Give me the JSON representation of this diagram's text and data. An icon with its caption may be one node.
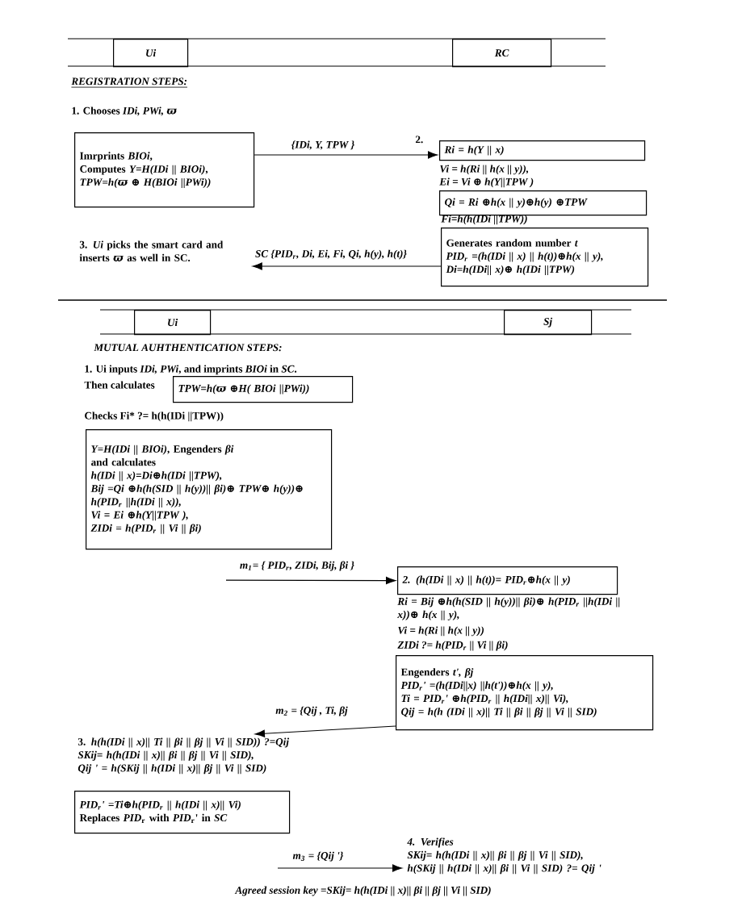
{
  "diagram": {
    "nodes": [
      {
        "text": [
          "Ui"
        ]
      },
      {
        "text": [
          "RC"
        ]
      },
      {
        "text": [
          "Imrprints *BIOi*,",
          "Computes *Y=H(IDi || BIOi)*,",
          "TPW=h(ϖ ⊕ H(BIOi ||PWi))"
        ]
      },
      {
        "text": [
          "Ri = h(Y || x)"
        ],
        "beside": [
          "2."
        ]
      },
      {
        "text": [
          "Qi = Ri ⊕h(x || y)⊕h(y) ⊕TPW"
        ]
      },
      {
        "text": [
          "Generates random number *t*",
          "PID$_{r}$ =(h(IDi || x) || h(t))⊕h(x || y),",
          "Di=h(IDi|| x)⊕ h(IDi ||TPW)"
        ]
      },
      {
        "text": [
          "3. *Ui* picks the smart card and inserts *ϖ* as well in SC."
        ]
      },
      {
        "text": [
          "Ui"
        ]
      },
      {
        "text": [
          "Sj"
        ]
      },
      {
        "text": [
          "TPW=h(ϖ ⊕H( BIOi ||PWi))"
        ],
        "beside": [
          "Then calculates"
        ]
      },
      {
        "text": [
          "*Y=H(IDi || BIOi)*, Engenders *βi*",
          "and calculates",
          "h(IDi || x)=Di⊕h(IDi ||TPW),",
          "Bij =Qi ⊕h(h(SID || h(y))|| βi)⊕ TPW⊕ h(y))⊕ h(PID$_{r}$ ||h(IDi || x)),",
          "Vi = Ei ⊕h(Y||TPW ),",
          "ZIDi = h(PID$_{r}$ || Vi || βi)"
        ]
      },
      {
        "text": [
          "2. (h(IDi || x) || h(t))= PID$_{r}$⊕h(x || y)"
        ]
      },
      {
        "text": [
          "Engenders *t', βj*",
          "PID$_{r}$' =(h(IDi||x) ||h(t'))⊕h(x || y),",
          "Ti = PID$_{r}$' ⊕h(PID$_{r}$ || h(IDi|| x)|| Vi),",
          "Qij = h(h (IDi || x)|| Ti || βi || βj || Vi || SID)"
        ]
      },
      {
        "text": [
          "3. *h(h(IDi || x)|| Ti || βi || βj || Vi || SID)) ?=Qij*",
          "SKij= h(h(IDi || x)|| βi || βj || Vi || SID),",
          "Qij ' = h(SKij || h(IDi || x)|| βj || Vi || SID)"
        ]
      },
      {
        "text": [
          "PID$_{r}$' =Ti⊕h(PID$_{r}$ || h(IDi || x)|| Vi)",
          "Replaces *PID*$_{r}$ with *PID*$_{r}$' in *SC*"
        ]
      },
      {
        "text": [
          "4. Verifies",
          "SKij= h(h(IDi || x)|| βi || βj || Vi || SID),",
          "h(SKij || h(IDi || x)|| βi || Vi || SID) ?= Qij '"
        ]
      }
    ],
    "edges": [
      {
        "from": 2,
        "to": 3,
        "arrow": "to",
        "label": "{IDi, Y, TPW }"
      },
      {
        "from": 5,
        "to": 6,
        "arrow": "to",
        "label": "SC {PID$_{r}$, Di, Ei, Fi, Qi, h(y), h(t)}"
      },
      {
        "from": 10,
        "to": 11,
        "arrow": "to",
        "label": "m$_{1}$= { PID$_{r}$, ZIDi, Bij, βi }"
      },
      {
        "from": 12,
        "to": 13,
        "arrow": "to",
        "label": "m$_{2}$ = {Qij , Ti, βj"
      },
      {
        "from": null,
        "to": 15,
        "arrow": "to",
        "label": "m$_{3}$ = {Qij '}"
      }
    ],
    "labels": [
      "REGISTRATION STEPS:",
      "1. Chooses *IDi, PWi, ϖ*",
      "Vi = h(Ri || h(x || y)),",
      "Ei = Vi ⊕ h(Y||TPW )",
      "Fi=h(h(IDi ||TPW))",
      "MUTUAL AUHTHENTICATION STEPS:",
      "1. Ui inputs *IDi, PWi*, and imprints *BIOi* in *SC*.",
      "Checks Fi* ?= h(h(IDi ||TPW))",
      "Ri = Bij ⊕h(h(SID || h(y))|| βi)⊕ h(PID$_{r}$ ||h(IDi || x))⊕ h(x || y),",
      "Vi = h(Ri || h(x || y))",
      "ZIDi ?= h(PID$_{r}$ || Vi || βi)",
      "Agreed session key =SKij= h(h(IDi || x)|| βi || βj || Vi || SID)"
    ]
  }
}
